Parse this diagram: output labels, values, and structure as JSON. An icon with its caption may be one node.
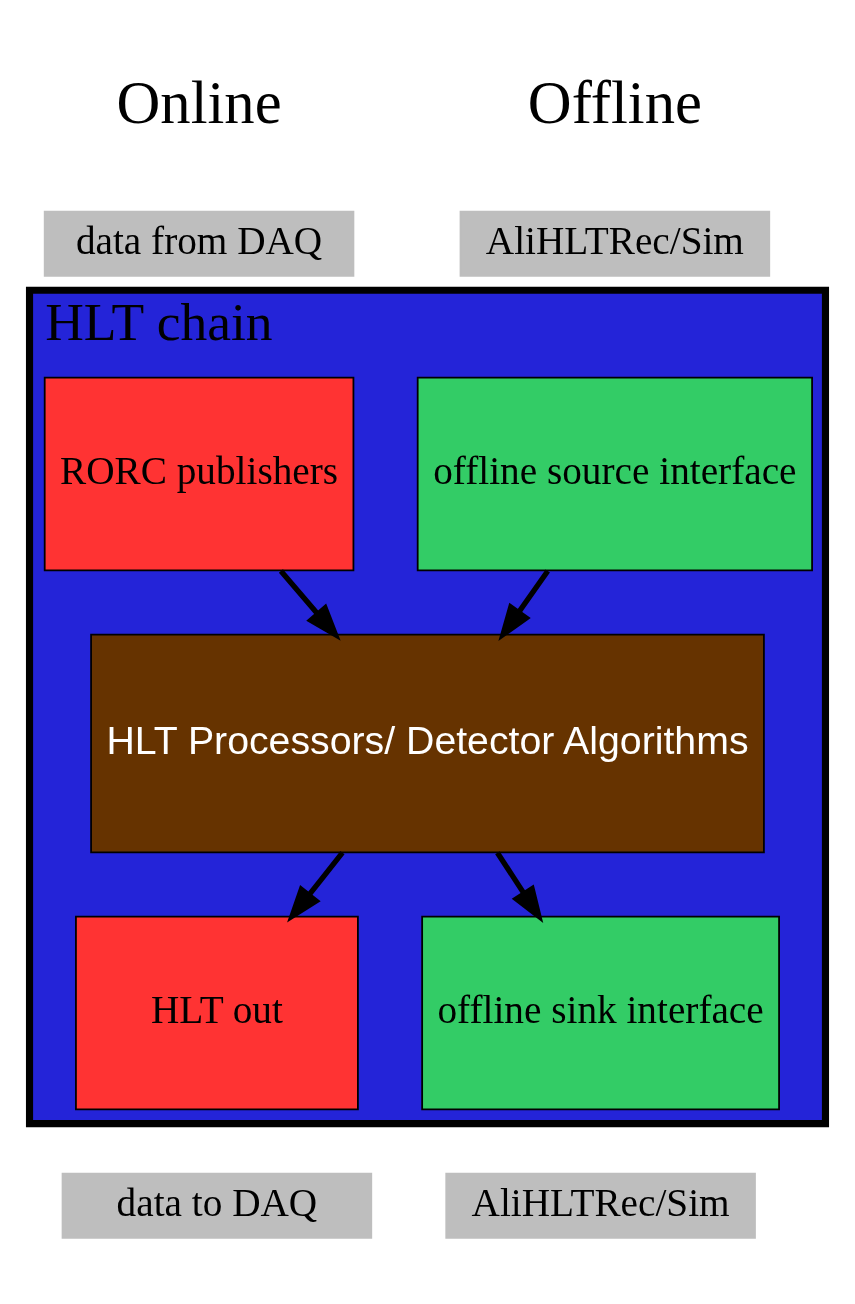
{
  "diagram": {
    "nodes": [
      {
        "text": [
          "data from DAQ"
        ]
      },
      {
        "text": [
          "AliHLTRec/Sim"
        ]
      },
      {
        "text": [
          "HLT chain"
        ]
      },
      {
        "text": [
          "RORC publishers"
        ],
        "in": 2
      },
      {
        "text": [
          "offline source interface"
        ],
        "in": 2
      },
      {
        "text": [
          "HLT Processors/ Detector Algorithms"
        ],
        "in": 2
      },
      {
        "text": [
          "HLT out"
        ],
        "in": 2
      },
      {
        "text": [
          "offline sink interface"
        ],
        "in": 2
      },
      {
        "text": [
          "data to DAQ"
        ]
      },
      {
        "text": [
          "AliHLTRec/Sim"
        ]
      }
    ],
    "edges": [
      {
        "from": 3,
        "to": 5,
        "arrow": "to"
      },
      {
        "from": 4,
        "to": 5,
        "arrow": "to"
      },
      {
        "from": 5,
        "to": 6,
        "arrow": "to"
      },
      {
        "from": 5,
        "to": 7,
        "arrow": "to"
      }
    ],
    "labels": [
      "Online",
      "Offline"
    ]
  }
}
